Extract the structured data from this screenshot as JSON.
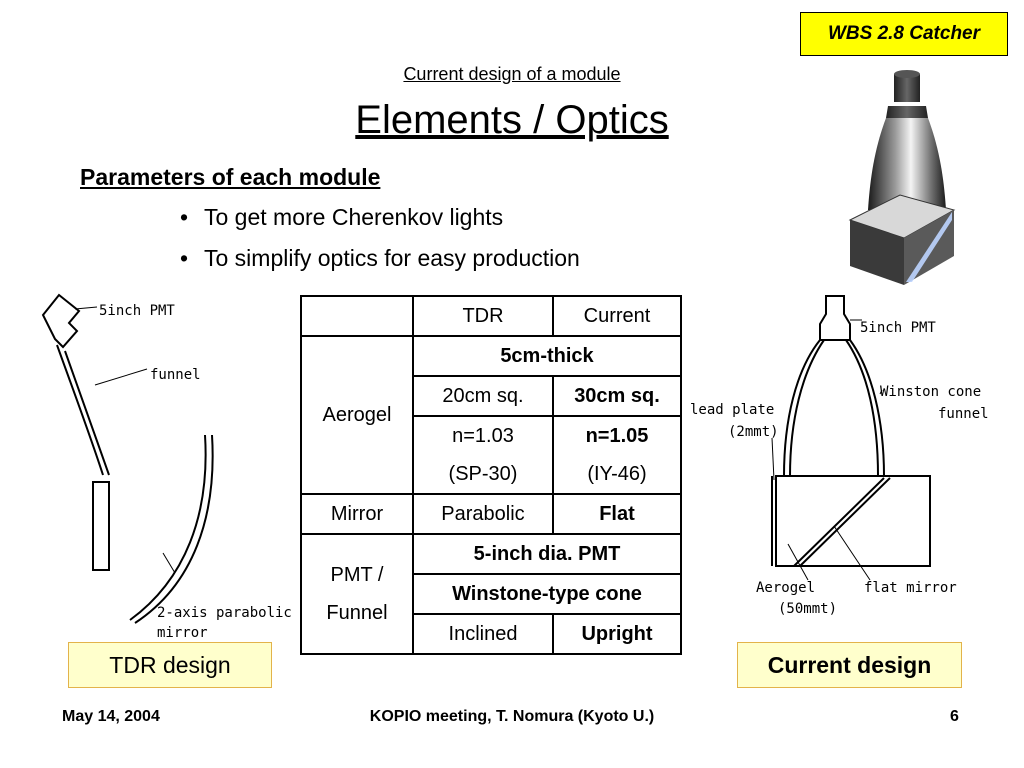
{
  "header": {
    "tag": "WBS 2.8 Catcher",
    "subtitle": "Current design of a module",
    "title": "Elements / Optics"
  },
  "section": {
    "heading": "Parameters of each module",
    "bullets": [
      "To get more Cherenkov lights",
      "To simplify optics for easy production"
    ]
  },
  "table": {
    "header": [
      "",
      "TDR",
      "Current"
    ],
    "aerogel_label": "Aerogel",
    "aerogel_thickness": "5cm-thick",
    "aerogel_size_tdr": "20cm sq.",
    "aerogel_size_current": "30cm sq.",
    "aerogel_index_tdr": "n=1.03",
    "aerogel_type_tdr": "(SP-30)",
    "aerogel_index_current": "n=1.05",
    "aerogel_type_current": "(IY-46)",
    "mirror_label": "Mirror",
    "mirror_tdr": "Parabolic",
    "mirror_current": "Flat",
    "pmt_label_1": "PMT /",
    "pmt_label_2": "Funnel",
    "pmt_common": "5-inch dia. PMT",
    "funnel_common": "Winstone-type cone",
    "orientation_tdr": "Inclined",
    "orientation_current": "Upright"
  },
  "tdr_diagram": {
    "label_pmt": "5inch PMT",
    "label_funnel": "funnel",
    "label_mirror_1": "2-axis parabolic",
    "label_mirror_2": "mirror"
  },
  "current_diagram": {
    "label_pmt": "5inch PMT",
    "label_cone_1": "Winston cone",
    "label_cone_2": "funnel",
    "label_lead_1": "lead plate",
    "label_lead_2": "(2mmt)",
    "label_aerogel_1": "Aerogel",
    "label_aerogel_2": "(50mmt)",
    "label_mirror": "flat mirror"
  },
  "captions": {
    "tdr": "TDR design",
    "current": "Current design"
  },
  "footer": {
    "date": "May 14, 2004",
    "center": "KOPIO meeting, T. Nomura (Kyoto U.)",
    "page": "6"
  },
  "colors": {
    "tag_bg": "#ffff00",
    "caption_bg": "#ffffcc",
    "caption_border": "#e3b34a"
  }
}
